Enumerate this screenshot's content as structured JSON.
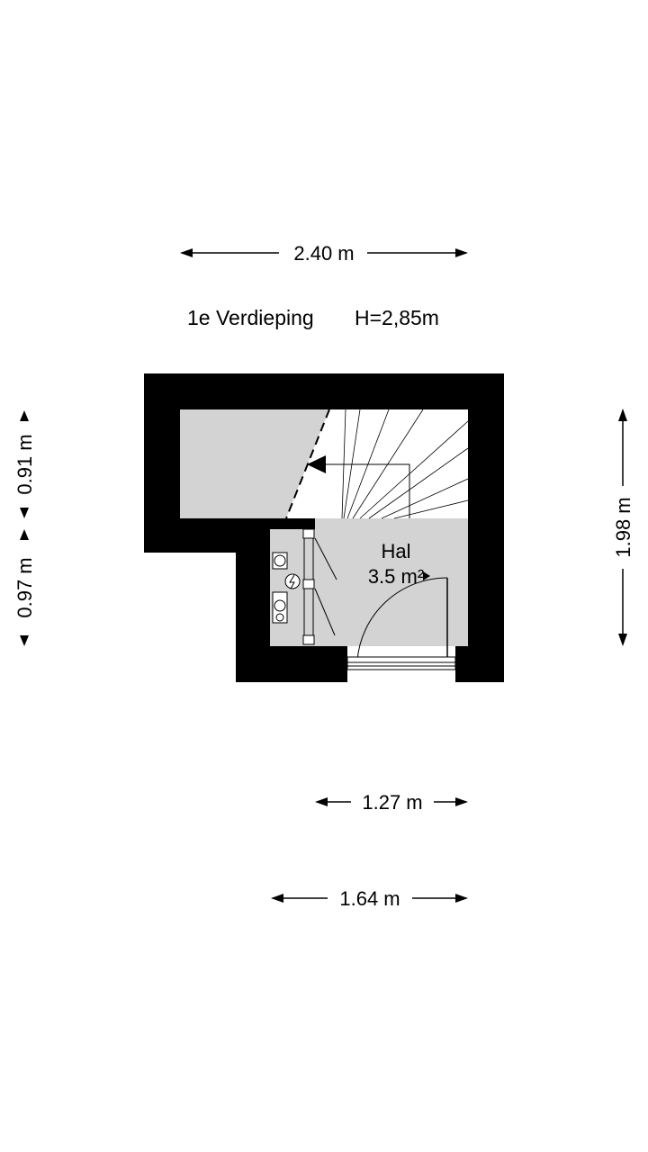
{
  "floorplan": {
    "title": "1e Verdieping",
    "height_label": "H=2,85m",
    "room": {
      "name": "Hal",
      "area": "3.5 m²"
    },
    "dimensions": {
      "top_width": "2.40 m",
      "left_upper": "0.91 m",
      "left_lower": "0.97 m",
      "right_height": "1.98 m",
      "bottom_inner": "1.27 m",
      "bottom_outer": "1.64 m"
    },
    "colors": {
      "wall": "#000000",
      "floor": "#d3d3d3",
      "stair": "#ffffff"
    },
    "icons": [
      "stair-direction-arrow-icon",
      "electric-meter-icon",
      "door-swing-icon",
      "window-icon"
    ]
  }
}
